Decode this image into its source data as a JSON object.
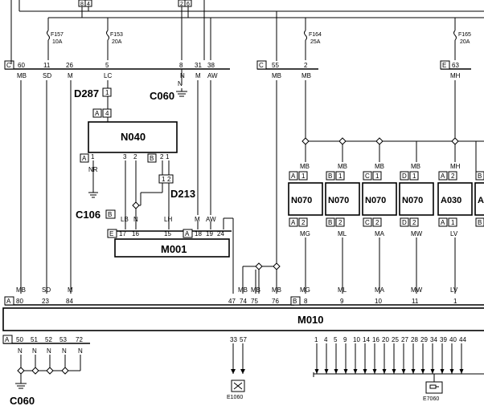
{
  "fuses": [
    {
      "name": "F157",
      "rating": "10A"
    },
    {
      "name": "F153",
      "rating": "20A"
    },
    {
      "name": "F164",
      "rating": "25A"
    },
    {
      "name": "F165",
      "rating": "20A"
    }
  ],
  "top_pins": [
    "8",
    "4",
    "2",
    "6"
  ],
  "connectors": {
    "c_top": {
      "letter": "C",
      "pins": [
        "60",
        "11",
        "26",
        "5",
        "8",
        "31",
        "38"
      ],
      "colors": [
        "MB",
        "SD",
        "M",
        "LC",
        "N",
        "M",
        "AW"
      ]
    },
    "c_mid": {
      "letter": "C",
      "pins": [
        "55",
        "2"
      ],
      "colors": [
        "MB",
        "MB"
      ]
    },
    "e_top": {
      "letter": "E",
      "pin": "63",
      "color": "MH"
    },
    "a_bottom": {
      "letter": "A",
      "pins": [
        "80",
        "23",
        "84"
      ],
      "colors": [
        "MB",
        "SD",
        "M"
      ]
    },
    "a_bottom_right": {
      "pins": [
        "47",
        "74",
        "75",
        "76"
      ],
      "colors": [
        "MB",
        "MB",
        "MB"
      ]
    },
    "b_bottom": {
      "letter": "B",
      "pins": [
        "8",
        "9",
        "10",
        "11",
        "1"
      ],
      "colors": [
        "MG",
        "ML",
        "MA",
        "MW",
        "LV"
      ]
    },
    "a_lower": {
      "letter": "A",
      "pins": [
        "50",
        "51",
        "52",
        "53",
        "72"
      ],
      "colors": [
        "N",
        "N",
        "N",
        "N",
        "N"
      ]
    },
    "mid_pins": [
      "33",
      "57"
    ],
    "right_pins": [
      "1",
      "4",
      "5",
      "9",
      "10",
      "14",
      "16",
      "20",
      "25",
      "27",
      "28",
      "29",
      "34",
      "39",
      "40",
      "44"
    ]
  },
  "components": {
    "d287": {
      "label": "D287",
      "pins": [
        "1",
        "4"
      ],
      "letter": "A"
    },
    "n040": {
      "label": "N040",
      "letter_a": "A",
      "letter_b": "B",
      "pins_a": [
        "1",
        "3",
        "2"
      ],
      "pins_b": [
        "2",
        "1"
      ],
      "nr": "NR"
    },
    "d213": {
      "label": "D213",
      "pins": [
        "1",
        "2"
      ]
    },
    "c106": {
      "label": "C106",
      "letter": "B"
    },
    "c060_top": {
      "label": "C060",
      "color": "N"
    },
    "m001": {
      "label": "M001",
      "letter_e": "E",
      "letter_a": "A",
      "pins_e": [
        "17",
        "16",
        "15"
      ],
      "pins_a": [
        "18",
        "19",
        "24"
      ],
      "colors": [
        "LB",
        "N",
        "LH",
        "M",
        "AW"
      ]
    },
    "m010": {
      "label": "M010"
    },
    "c060_bottom": {
      "label": "C060"
    },
    "e1060": {
      "label": "E1060"
    },
    "e7060": {
      "label": "E7060"
    }
  },
  "modules": [
    {
      "label": "N070",
      "letter": "A",
      "pin_top": "1",
      "pin_bottom": "2",
      "color_top": "MB",
      "color_bottom": "MG"
    },
    {
      "label": "N070",
      "letter": "B",
      "pin_top": "1",
      "pin_bottom": "2",
      "color_top": "MB",
      "color_bottom": "ML"
    },
    {
      "label": "N070",
      "letter": "C",
      "pin_top": "1",
      "pin_bottom": "2",
      "color_top": "MB",
      "color_bottom": "MA"
    },
    {
      "label": "N070",
      "letter": "D",
      "pin_top": "1",
      "pin_bottom": "2",
      "color_top": "MB",
      "color_bottom": "MW"
    },
    {
      "label": "A030",
      "letter": "A",
      "pin_top": "2",
      "pin_bottom": "1",
      "color_top": "MH",
      "color_bottom": "LV"
    },
    {
      "label": "A",
      "letter": "B",
      "pin_top": "",
      "pin_bottom": "",
      "color_top": "",
      "color_bottom": ""
    }
  ]
}
